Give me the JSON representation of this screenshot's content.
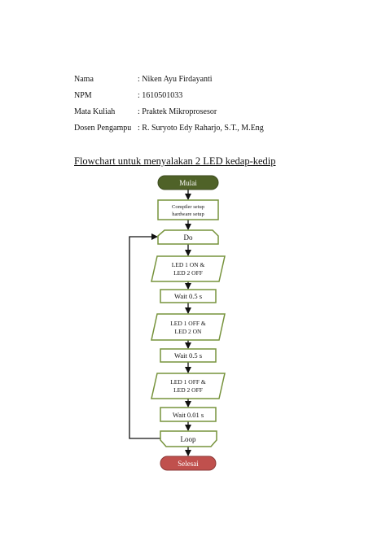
{
  "info": {
    "name_label": "Nama",
    "name_value": ": Niken Ayu Firdayanti",
    "npm_label": "NPM",
    "npm_value": ": 1610501033",
    "course_label": "Mata Kuliah",
    "course_value": ": Praktek Mikroprosesor",
    "lecturer_label": "Dosen Pengampu",
    "lecturer_value": ": R. Suryoto Edy Raharjo, S.T., M.Eng"
  },
  "heading": "Flowchart untuk menyalakan 2 LED kedap-kedip",
  "flowchart": {
    "start": "Mulai",
    "setup_line1": "Compiler setup",
    "setup_line2": "hardware setup",
    "do": "Do",
    "io1_line1": "LED 1 ON &",
    "io1_line2": "LED 2 OFF",
    "wait1": "Wait 0.5 s",
    "io2_line1": "LED 1 OFF &",
    "io2_line2": "LED 2 ON",
    "wait2": "Wait 0.5 s",
    "io3_line1": "LED 1 OFF &",
    "io3_line2": "LED 2 OFF",
    "wait3": "Wait 0.01 s",
    "loop": "Loop",
    "end": "Selesai"
  },
  "colors": {
    "start_fill": "#4f6228",
    "end_fill": "#c0504d",
    "shape_border": "#77933c",
    "arrow": "#111111"
  }
}
